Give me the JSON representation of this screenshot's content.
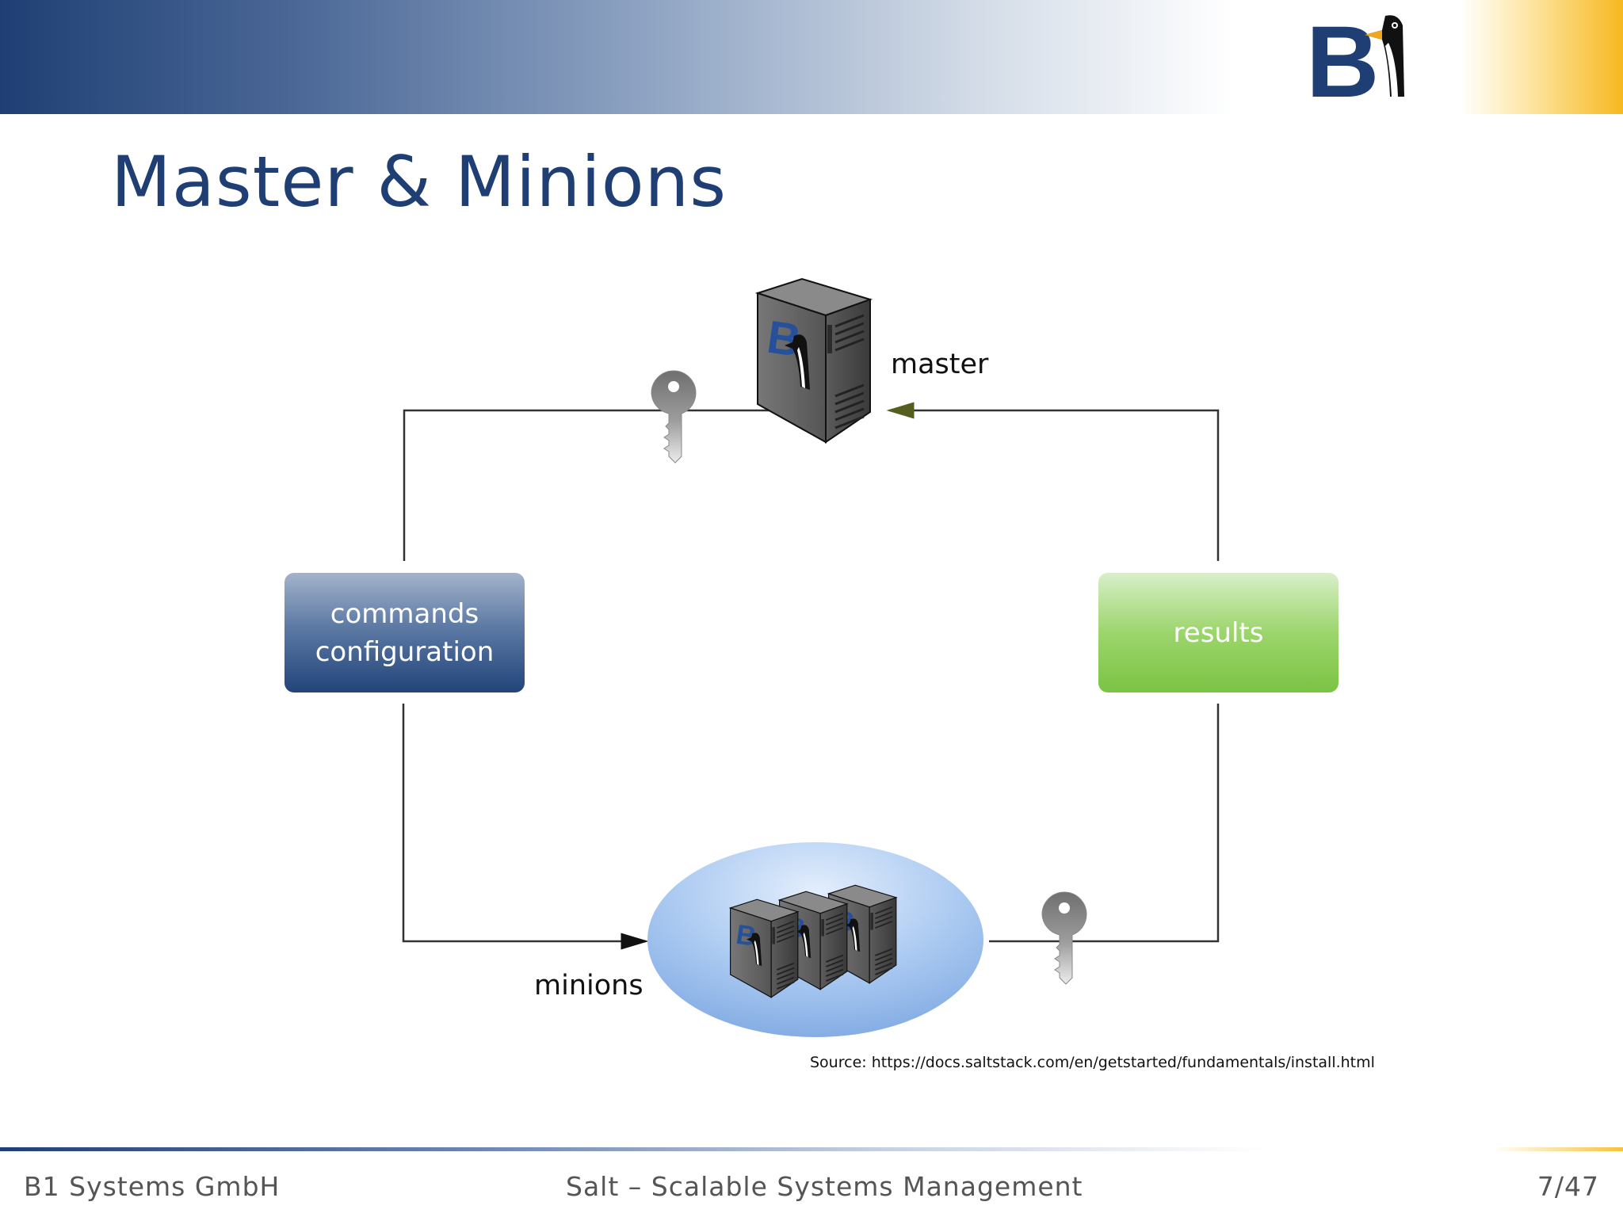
{
  "header": {
    "logo_text": "B1"
  },
  "slide": {
    "title": "Master & Minions"
  },
  "diagram": {
    "master_label": "master",
    "minions_label": "minions",
    "commands_box": {
      "line1": "commands",
      "line2": "configuration"
    },
    "results_box": {
      "label": "results"
    },
    "source": "Source: https://docs.saltstack.com/en/getstarted/fundamentals/install.html"
  },
  "footer": {
    "company": "B1 Systems GmbH",
    "talk_title": "Salt – Scalable Systems Management",
    "page": "7/47"
  },
  "colors": {
    "brand_blue": "#1f3f74",
    "brand_yellow": "#f7b820",
    "results_green": "#7bc344"
  }
}
